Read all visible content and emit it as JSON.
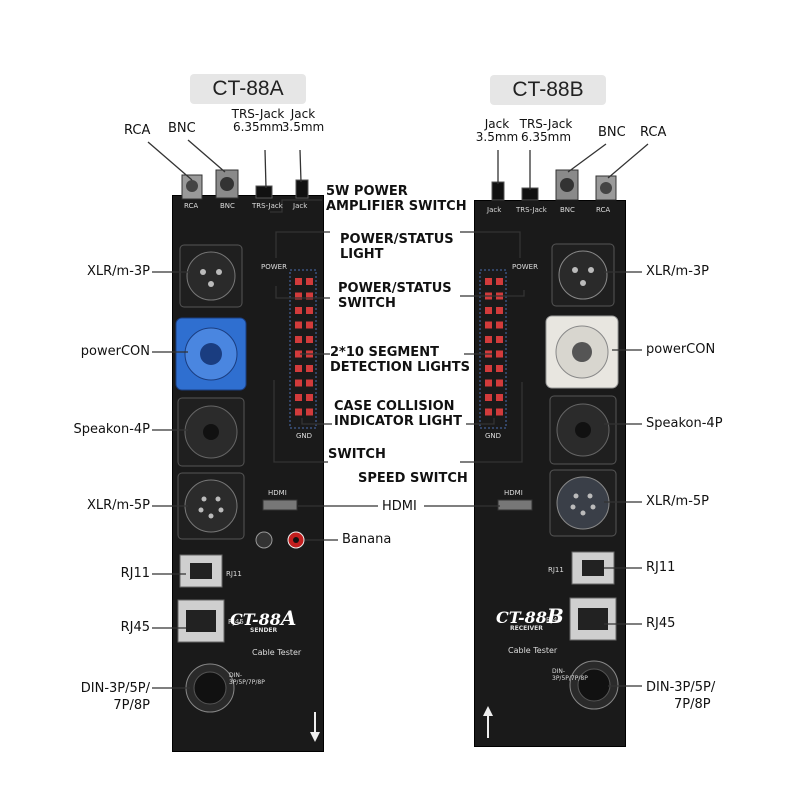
{
  "models": {
    "left": "CT-88A",
    "right": "CT-88B"
  },
  "left_labels": {
    "rca": "RCA",
    "bnc": "BNC",
    "trs_jack_line1": "TRS-Jack",
    "trs_jack_line2": "6.35mm",
    "jack_line1": "Jack",
    "jack_line2": "3.5mm",
    "xlr_m_3p": "XLR/m-3P",
    "powercon": "powerCON",
    "speakon_4p": "Speakon-4P",
    "xlr_m_5p": "XLR/m-5P",
    "rj11": "RJ11",
    "rj45": "RJ45",
    "din_line1": "DIN-3P/5P/",
    "din_line2": "7P/8P",
    "banana": "Banana"
  },
  "right_labels": {
    "jack_line1": "Jack",
    "jack_line2": "3.5mm",
    "trs_jack_line1": "TRS-Jack",
    "trs_jack_line2": "6.35mm",
    "bnc": "BNC",
    "rca": "RCA",
    "xlr_m_3p": "XLR/m-3P",
    "powercon": "powerCON",
    "speakon_4p": "Speakon-4P",
    "xlr_m_5p": "XLR/m-5P",
    "rj11": "RJ11",
    "rj45": "RJ45",
    "din_line1": "DIN-3P/5P/",
    "din_line2": "7P/8P"
  },
  "center_labels": {
    "amp_switch_line1": "5W POWER",
    "amp_switch_line2": "AMPLIFIER SWITCH",
    "power_light_line1": "POWER/STATUS",
    "power_light_line2": "LIGHT",
    "power_switch_line1": "POWER/STATUS",
    "power_switch_line2": "SWITCH",
    "segment_line1": "2*10 SEGMENT",
    "segment_line2": "DETECTION LIGHTS",
    "collision_line1": "CASE COLLISION",
    "collision_line2": "INDICATOR LIGHT",
    "switch": "SWITCH",
    "speed_switch": "SPEED SWITCH",
    "hdmi": "HDMI"
  },
  "device_a": {
    "brand": "CT-88",
    "brand_suffix": "A",
    "role": "SENDER",
    "product": "Cable Tester",
    "top_rca": "RCA",
    "top_bnc": "BNC",
    "top_trs": "TRS-Jack",
    "top_jack": "Jack",
    "power_label": "POWER",
    "hdmi_label": "HDMI",
    "rj11_label": "RJ11",
    "rj45_label": "RJ45",
    "din_label": "DIN-3P/5P/7P/8P",
    "gnd_label": "GND"
  },
  "device_b": {
    "brand": "CT-88",
    "brand_suffix": "B",
    "role": "RECEIVER",
    "product": "Cable Tester",
    "top_rca": "RCA",
    "top_bnc": "BNC",
    "top_trs": "TRS-Jack",
    "top_jack": "Jack",
    "power_label": "POWER",
    "hdmi_label": "HDMI",
    "rj11_label": "RJ11",
    "rj45_label": "RJ45",
    "din_label": "DIN-3P/5P/7P/8P",
    "gnd_label": "GND"
  },
  "colors": {
    "powercon_a": "#2f6fd0",
    "powercon_b": "#e8e6e0",
    "callout_line": "#333333",
    "led_red": "#d23b3b",
    "device_body": "#1a1a1a"
  }
}
